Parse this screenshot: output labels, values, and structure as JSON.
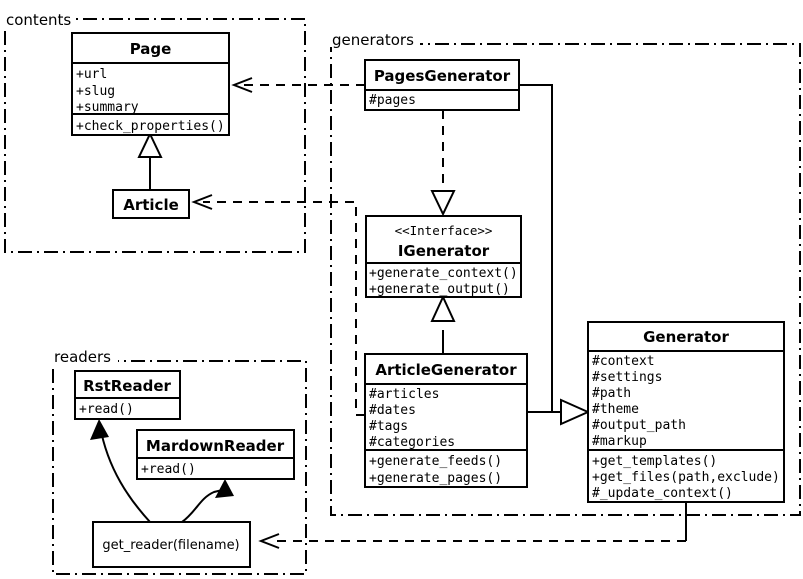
{
  "diagram": {
    "type": "uml-class-diagram",
    "title": "",
    "packages": [
      {
        "id": "contents",
        "label": "contents",
        "classes": [
          "Page",
          "Article"
        ]
      },
      {
        "id": "generators",
        "label": "generators",
        "classes": [
          "PagesGenerator",
          "IGenerator",
          "ArticleGenerator",
          "Generator"
        ]
      },
      {
        "id": "readers",
        "label": "readers",
        "classes": [
          "RstReader",
          "MardownReader",
          "get_reader(filename)"
        ]
      }
    ],
    "classes": {
      "page": {
        "name": "Page",
        "stereotype": "",
        "attributes": [
          "+url",
          "+slug",
          "+summary"
        ],
        "methods": [
          "+check_properties()"
        ]
      },
      "article": {
        "name": "Article",
        "stereotype": "",
        "attributes": [],
        "methods": []
      },
      "pages_generator": {
        "name": "PagesGenerator",
        "stereotype": "",
        "attributes": [
          "#pages"
        ],
        "methods": []
      },
      "igenerator": {
        "name": "IGenerator",
        "stereotype": "<<Interface>>",
        "attributes": [],
        "methods": [
          "+generate_context()",
          "+generate_output()"
        ]
      },
      "article_generator": {
        "name": "ArticleGenerator",
        "stereotype": "",
        "attributes": [
          "#articles",
          "#dates",
          "#tags",
          "#categories"
        ],
        "methods": [
          "+generate_feeds()",
          "+generate_pages()"
        ]
      },
      "generator": {
        "name": "Generator",
        "stereotype": "",
        "attributes": [
          "#context",
          "#settings",
          "#path",
          "#theme",
          "#output_path",
          "#markup"
        ],
        "methods": [
          "+get_templates()",
          "+get_files(path,exclude)",
          "#_update_context()"
        ]
      },
      "rst_reader": {
        "name": "RstReader",
        "stereotype": "",
        "attributes": [],
        "methods": [
          "+read()"
        ]
      },
      "mardown_reader": {
        "name": "MardownReader",
        "stereotype": "",
        "attributes": [],
        "methods": [
          "+read()"
        ]
      },
      "get_reader": {
        "name": "get_reader(filename)",
        "stereotype": "",
        "attributes": [],
        "methods": []
      }
    },
    "relations": [
      {
        "from": "Article",
        "to": "Page",
        "type": "generalization"
      },
      {
        "from": "PagesGenerator",
        "to": "Page",
        "type": "dependency"
      },
      {
        "from": "ArticleGenerator",
        "to": "Article",
        "type": "dependency"
      },
      {
        "from": "PagesGenerator",
        "to": "IGenerator",
        "type": "realization"
      },
      {
        "from": "ArticleGenerator",
        "to": "IGenerator",
        "type": "generalization"
      },
      {
        "from": "PagesGenerator",
        "to": "Generator",
        "type": "aggregation"
      },
      {
        "from": "ArticleGenerator",
        "to": "Generator",
        "type": "aggregation"
      },
      {
        "from": "Generator",
        "to": "get_reader(filename)",
        "type": "dependency"
      },
      {
        "from": "get_reader(filename)",
        "to": "RstReader",
        "type": "association"
      },
      {
        "from": "get_reader(filename)",
        "to": "MardownReader",
        "type": "association"
      }
    ],
    "colors": {
      "stroke": "#000000",
      "fill": "#ffffff",
      "background": "#ffffff"
    }
  }
}
